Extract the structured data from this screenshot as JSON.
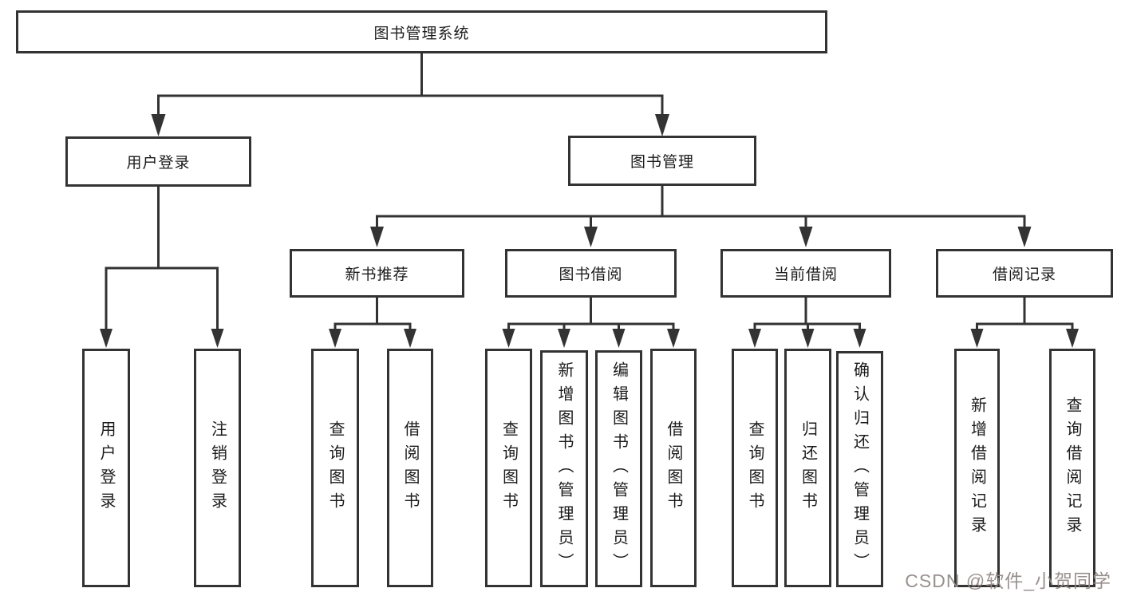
{
  "diagram_title": "图书管理系统",
  "tree": {
    "root": {
      "label": "图书管理系统",
      "children": [
        {
          "label": "用户登录",
          "children": [
            {
              "label": "用户登录"
            },
            {
              "label": "注销登录"
            }
          ]
        },
        {
          "label": "图书管理",
          "children": [
            {
              "label": "新书推荐",
              "children": [
                {
                  "label": "查询图书"
                },
                {
                  "label": "借阅图书"
                }
              ]
            },
            {
              "label": "图书借阅",
              "children": [
                {
                  "label": "查询图书"
                },
                {
                  "label": "新增图书（管理员）"
                },
                {
                  "label": "编辑图书（管理员）"
                },
                {
                  "label": "借阅图书"
                }
              ]
            },
            {
              "label": "当前借阅",
              "children": [
                {
                  "label": "查询图书"
                },
                {
                  "label": "归还图书"
                },
                {
                  "label": "确认归还（管理员）"
                }
              ]
            },
            {
              "label": "借阅记录",
              "children": [
                {
                  "label": "新增借阅记录"
                },
                {
                  "label": "查询借阅记录"
                }
              ]
            }
          ]
        }
      ]
    }
  },
  "watermark": {
    "text": "CSDN @软件_小贺同学"
  },
  "colors": {
    "line": "#333333",
    "box_border": "#333333",
    "text": "#1b1b1b",
    "background": "#ffffff",
    "watermark": "#948a88"
  }
}
